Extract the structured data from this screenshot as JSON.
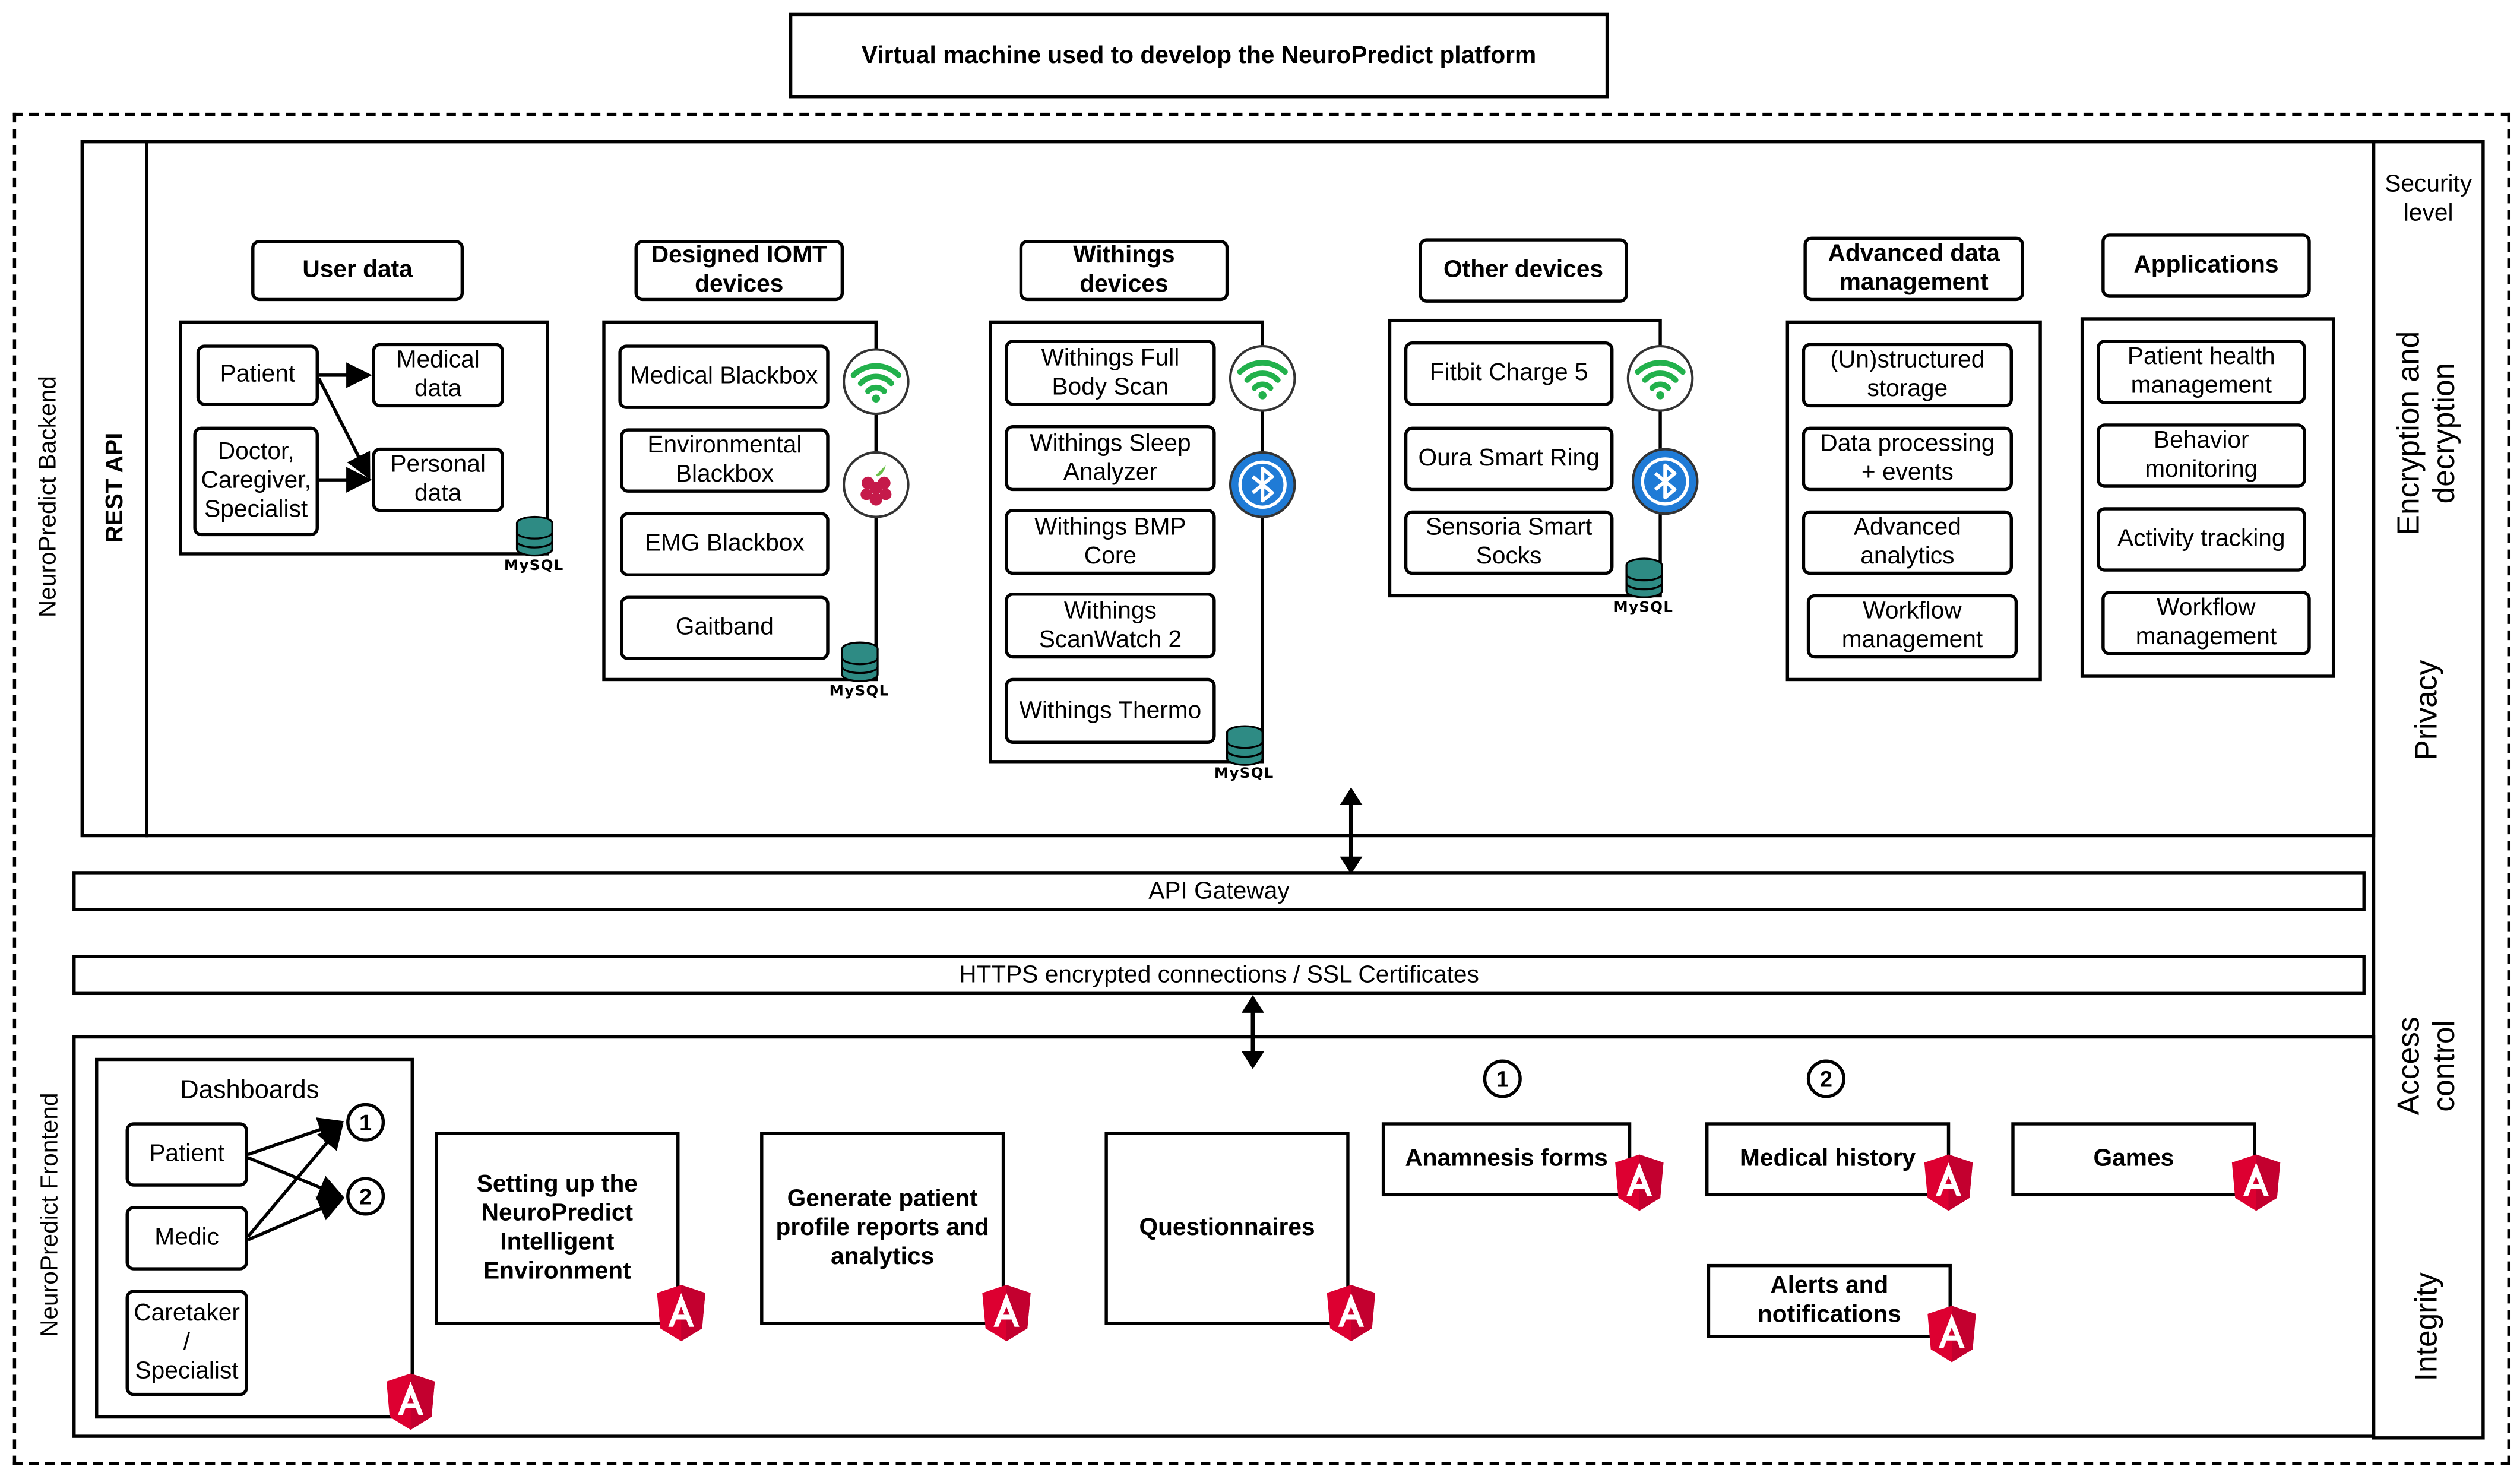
{
  "title": "Virtual machine used to develop the NeuroPredict platform",
  "backend_label": "NeuroPredict Backend",
  "frontend_label": "NeuroPredict Frontend",
  "rest_api": "REST API",
  "security": {
    "level": "Security level",
    "items": [
      "Encryption and decryption",
      "Privacy",
      "Access control",
      "Integrity"
    ]
  },
  "api_gateway": "API Gateway",
  "https": "HTTPS encrypted connections / SSL Certificates",
  "backend": {
    "user_data": {
      "title": "User data",
      "patient": "Patient",
      "doctor": "Doctor, Caregiver, Specialist",
      "medical": "Medical data",
      "personal": "Personal data"
    },
    "iomt": {
      "title": "Designed IOMT devices",
      "items": [
        "Medical Blackbox",
        "Environmental Blackbox",
        "EMG Blackbox",
        "Gaitband"
      ]
    },
    "withings": {
      "title": "Withings devices",
      "items": [
        "Withings Full Body Scan",
        "Withings Sleep Analyzer",
        "Withings BMP Core",
        "Withings ScanWatch 2",
        "Withings Thermo"
      ]
    },
    "other": {
      "title": "Other devices",
      "items": [
        "Fitbit Charge 5",
        "Oura Smart Ring",
        "Sensoria Smart Socks"
      ]
    },
    "advanced": {
      "title": "Advanced data management",
      "items": [
        "(Un)structured storage",
        "Data processing + events",
        "Advanced analytics",
        "Workflow management"
      ]
    },
    "applications": {
      "title": "Applications",
      "items": [
        "Patient health management",
        "Behavior monitoring",
        "Activity tracking",
        "Workflow management"
      ]
    },
    "mysql": "MySQL"
  },
  "frontend": {
    "dashboards": {
      "title": "Dashboards",
      "patient": "Patient",
      "medic": "Medic",
      "caretaker": "Caretaker / Specialist",
      "marker1": "1",
      "marker2": "2"
    },
    "setup": "Setting up the NeuroPredict Intelligent Environment",
    "reports": "Generate patient profile reports and analytics",
    "questionnaires": "Questionnaires",
    "anamnesis": "Anamnesis forms",
    "medical_history": "Medical history",
    "games": "Games",
    "alerts": "Alerts and notifications",
    "anamnesis_marker": "1",
    "history_marker": "2"
  },
  "icons": {
    "framework": "angular-icon",
    "database": "mysql-database-icon",
    "wifi": "wifi-icon",
    "bluetooth": "bluetooth-icon",
    "raspberry": "raspberry-pi-icon"
  },
  "colors": {
    "angular": "#dd0031",
    "wifi": "#22b14c",
    "bluetooth": "#1f7bd6",
    "raspberry": "#c51a4a",
    "database": "#2e8b84"
  }
}
